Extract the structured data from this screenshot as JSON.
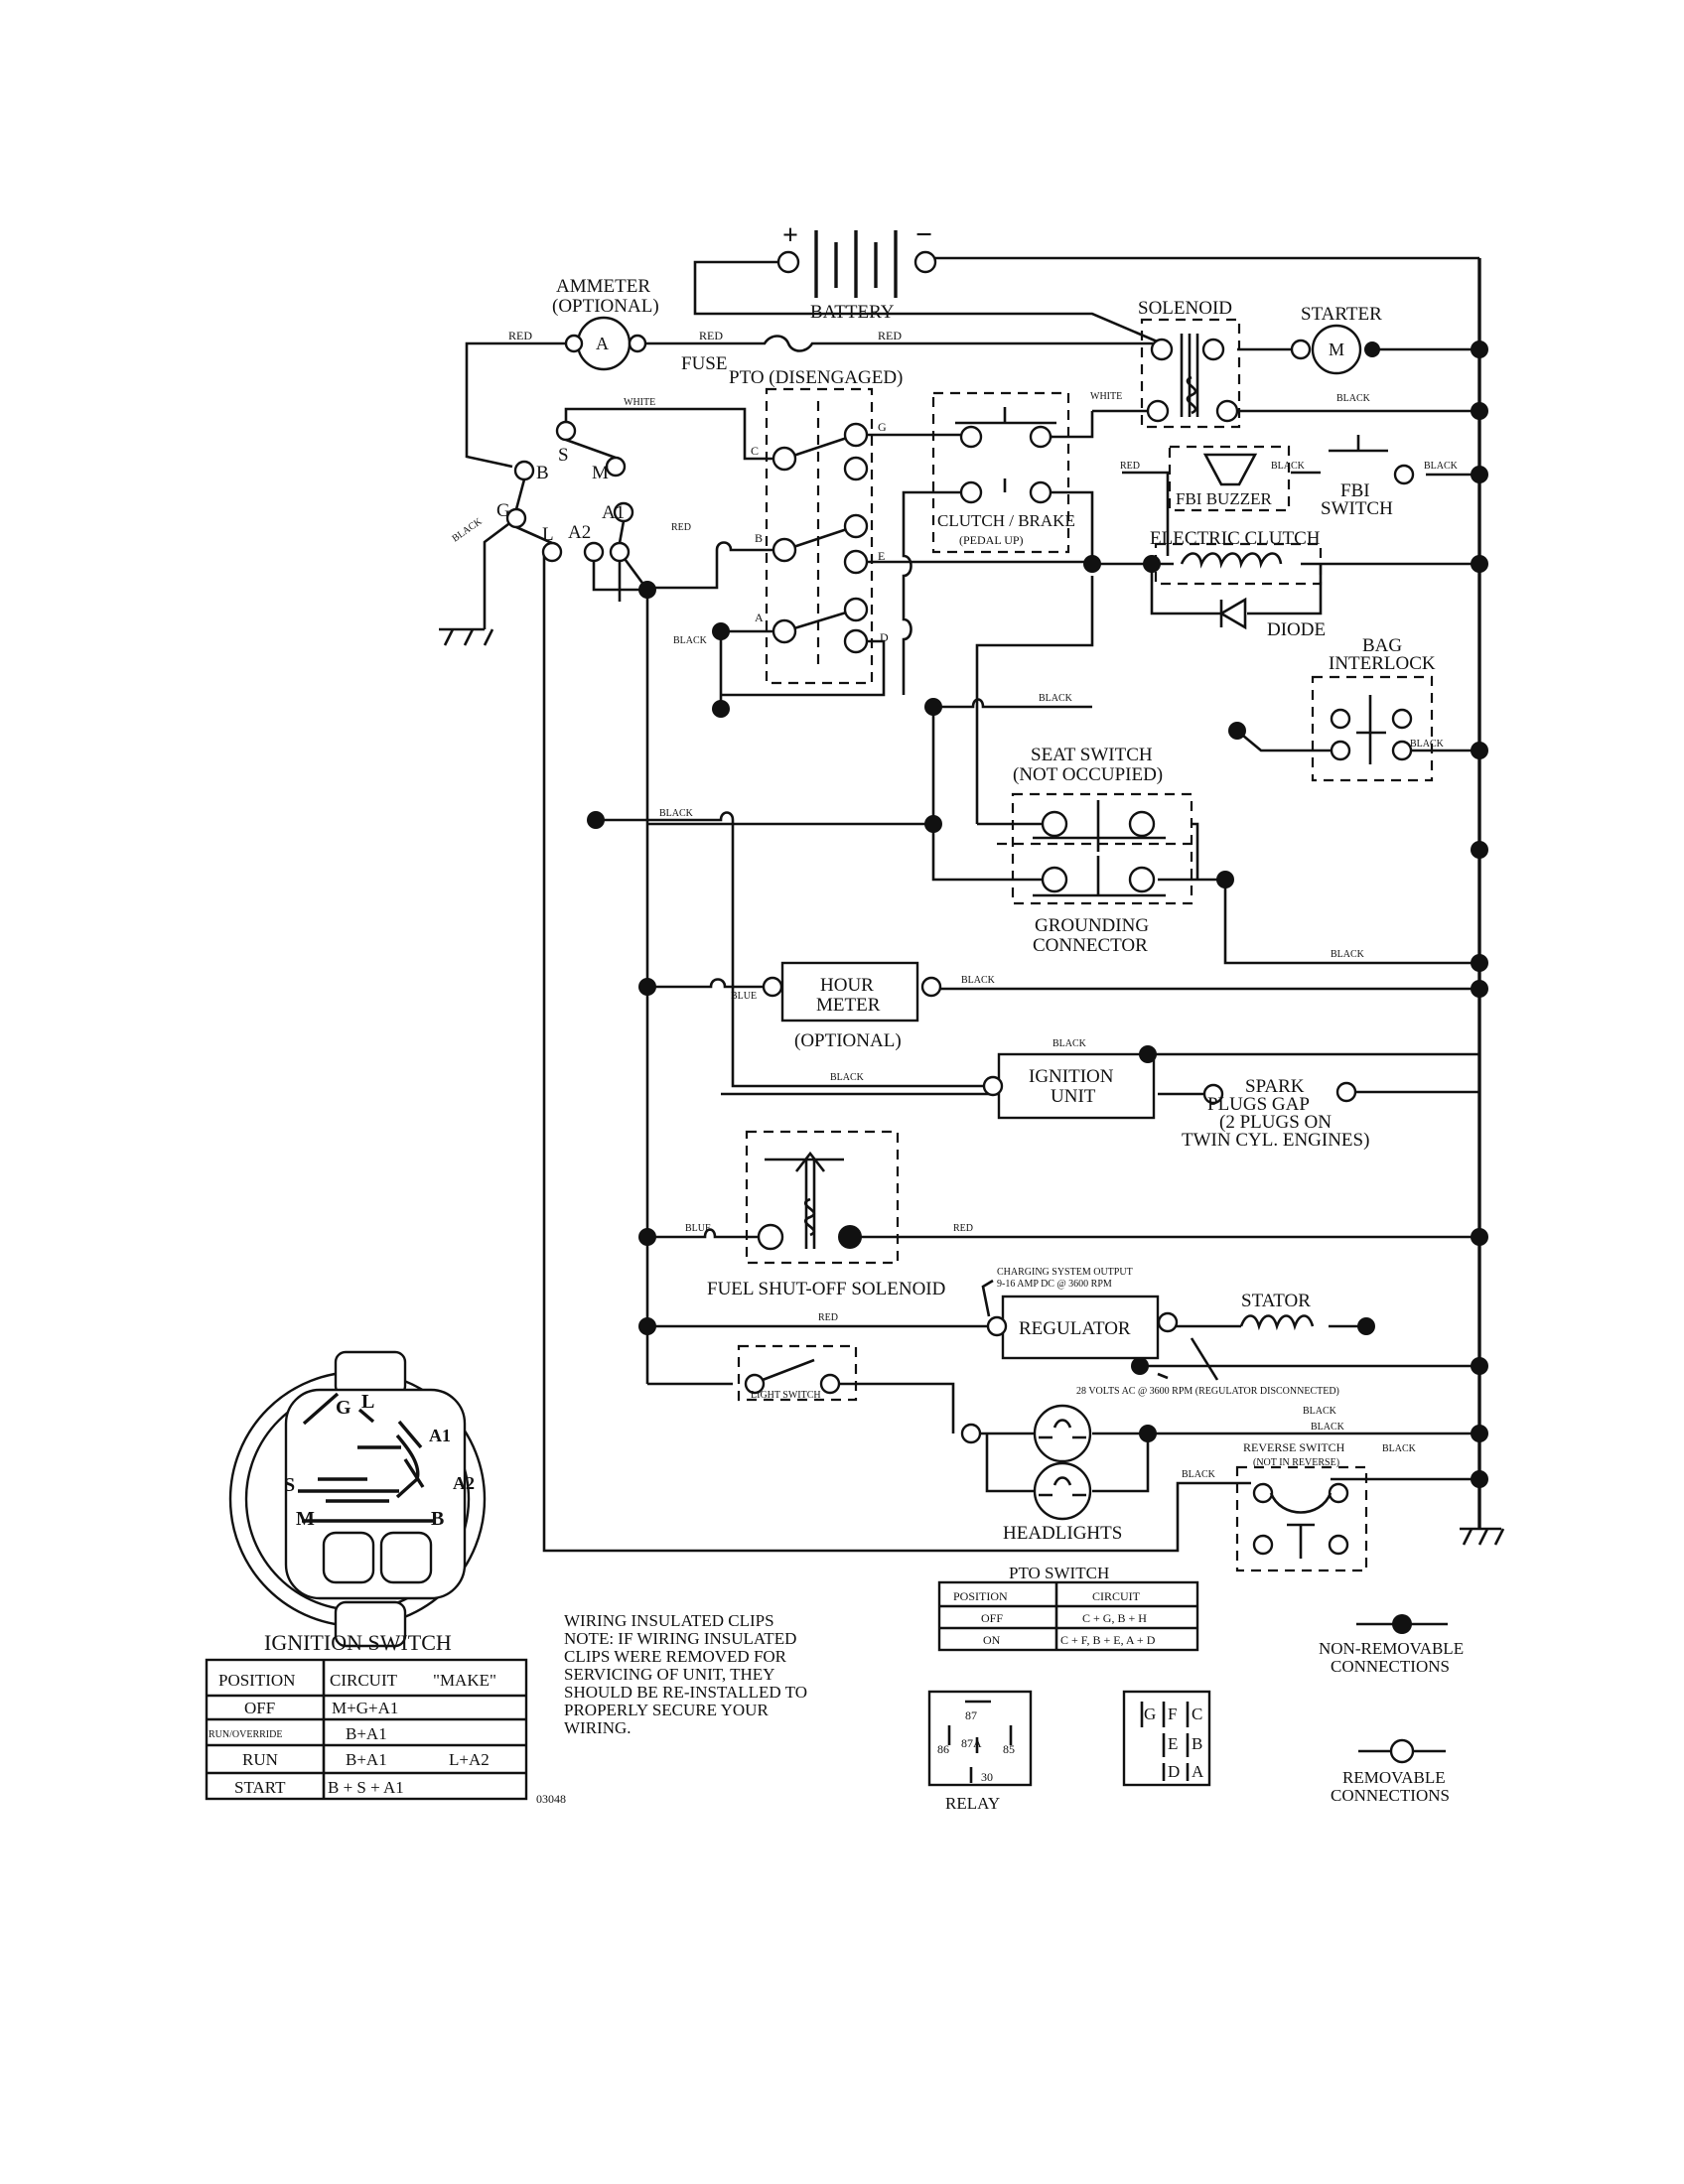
{
  "labels": {
    "battery": "BATTERY",
    "battery_plus": "+",
    "battery_minus": "−",
    "ammeter": "AMMETER",
    "ammeter_optional": "(OPTIONAL)",
    "ammeter_a": "A",
    "fuse": "FUSE",
    "solenoid": "SOLENOID",
    "starter": "STARTER",
    "starter_m": "M",
    "pto_disengaged": "PTO (DISENGAGED)",
    "clutch_brake": "CLUTCH / BRAKE",
    "pedal_up": "(PEDAL UP)",
    "fbi_buzzer": "FBI BUZZER",
    "fbi_switch_1": "FBI",
    "fbi_switch_2": "SWITCH",
    "electric_clutch": "ELECTRIC CLUTCH",
    "diode": "DIODE",
    "bag_interlock_1": "BAG",
    "bag_interlock_2": "INTERLOCK",
    "seat_switch": "SEAT SWITCH",
    "not_occupied": "(NOT OCCUPIED)",
    "grounding_connector_1": "GROUNDING",
    "grounding_connector_2": "CONNECTOR",
    "hour_meter_1": "HOUR",
    "hour_meter_2": "METER",
    "hour_meter_optional": "(OPTIONAL)",
    "ignition_unit_1": "IGNITION",
    "ignition_unit_2": "UNIT",
    "spark_1": "SPARK",
    "spark_2": "PLUGS GAP",
    "spark_3": "(2 PLUGS ON",
    "spark_4": "TWIN CYL. ENGINES)",
    "fuel_shutoff": "FUEL SHUT-OFF SOLENOID",
    "charging_1": "CHARGING SYSTEM OUTPUT",
    "charging_2": "9-16 AMP DC @ 3600 RPM",
    "regulator": "REGULATOR",
    "stator": "STATOR",
    "ac_volts": "28 VOLTS AC @ 3600 RPM (REGULATOR DISCONNECTED)",
    "light_switch": "LIGHT SWITCH",
    "headlights": "HEADLIGHTS",
    "reverse_switch": "REVERSE SWITCH",
    "not_in_reverse": "(NOT IN REVERSE)",
    "ignition_switch": "IGNITION SWITCH",
    "relay": "RELAY",
    "code": "03048",
    "pto_switch": "PTO SWITCH",
    "non_removable_1": "NON-REMOVABLE",
    "non_removable_2": "CONNECTIONS",
    "removable_1": "REMOVABLE",
    "removable_2": "CONNECTIONS"
  },
  "terminals": {
    "S": "S",
    "B": "B",
    "M": "M",
    "G": "G",
    "L": "L",
    "A2": "A2",
    "A1": "A1",
    "C": "C",
    "Bp": "B",
    "A": "A",
    "Gp": "G",
    "E": "E",
    "D": "D"
  },
  "wire_colors": {
    "red1": "RED",
    "red2": "RED",
    "red3": "RED",
    "red4": "RED",
    "red5": "RED",
    "red6": "RED",
    "red7": "RED",
    "white1": "WHITE",
    "white2": "WHITE",
    "black1": "BLACK",
    "black2": "BLACK",
    "black3": "BLACK",
    "black4": "BLACK",
    "black5": "BLACK",
    "black6": "BLACK",
    "black7": "BLACK",
    "black8": "BLACK",
    "black9": "BLACK",
    "black10": "BLACK",
    "black11": "BLACK",
    "black12": "BLACK",
    "black13": "BLACK",
    "black14": "BLACK",
    "black15": "BLACK",
    "black16": "BLACK",
    "blue1": "BLUE",
    "blue2": "BLUE"
  },
  "note": [
    "WIRING INSULATED CLIPS",
    "NOTE:  IF WIRING INSULATED",
    "CLIPS WERE REMOVED FOR",
    "SERVICING OF UNIT, THEY",
    "SHOULD BE RE-INSTALLED TO",
    "PROPERLY SECURE YOUR",
    "WIRING."
  ],
  "ignition_table": {
    "headers": [
      "POSITION",
      "CIRCUIT",
      "\"MAKE\""
    ],
    "rows": [
      {
        "position": "OFF",
        "circuit": "M+G+A1",
        "extra": ""
      },
      {
        "position": "RUN/OVERRIDE",
        "circuit": "B+A1",
        "extra": ""
      },
      {
        "position": "RUN",
        "circuit": "B+A1",
        "extra": "L+A2"
      },
      {
        "position": "START",
        "circuit": "B + S + A1",
        "extra": ""
      }
    ]
  },
  "pto_table": {
    "headers": [
      "POSITION",
      "CIRCUIT"
    ],
    "rows": [
      {
        "position": "OFF",
        "circuit": "C + G, B + H"
      },
      {
        "position": "ON",
        "circuit": "C + F, B + E, A + D"
      }
    ]
  },
  "relay_pins": [
    "87",
    "87A",
    "86",
    "85",
    "30"
  ],
  "pto_connector_pins": [
    "G",
    "F",
    "C",
    "E",
    "B",
    "D",
    "A"
  ],
  "ignition_face_pins": [
    "G",
    "L",
    "A1",
    "A2",
    "S",
    "M",
    "B"
  ]
}
